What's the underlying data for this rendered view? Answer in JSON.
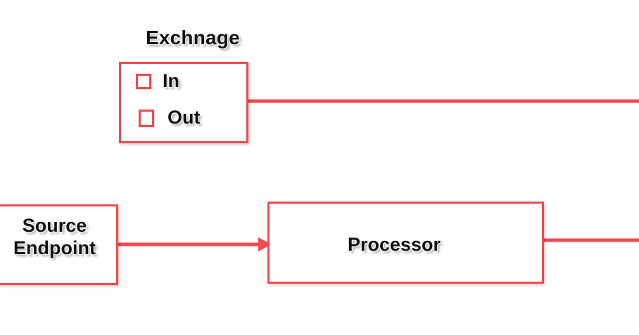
{
  "diagram": {
    "exchange": {
      "title": "Exchnage",
      "items": [
        {
          "label": "In"
        },
        {
          "label": "Out"
        }
      ]
    },
    "source": {
      "line1": "Source",
      "line2": "Endpoint"
    },
    "processor": {
      "label": "Processor"
    },
    "colors": {
      "accent": "#ef4b4f",
      "text": "#111111",
      "background": "#ffffff"
    }
  }
}
